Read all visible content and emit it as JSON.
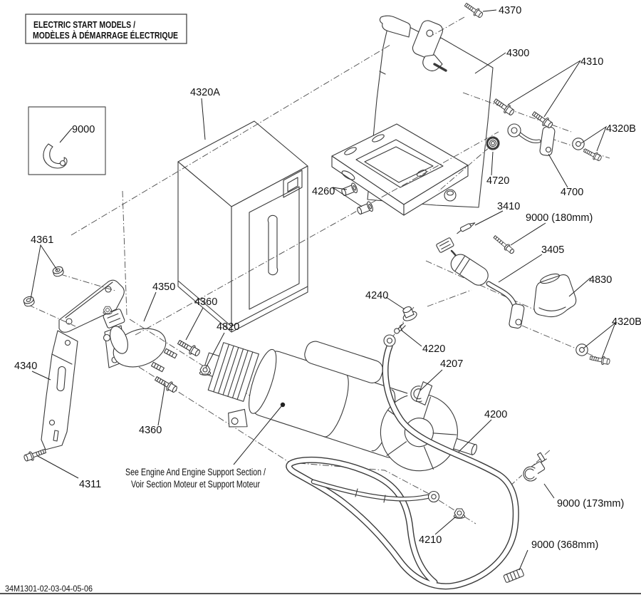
{
  "title_box": {
    "line1": "ELECTRIC START MODELS /",
    "line2": "MODÈLES À DÉMARRAGE ÉLECTRIQUE"
  },
  "note": {
    "line1": "See Engine And Engine Support Section /",
    "line2": "Voir Section Moteur et Support Moteur"
  },
  "drawing_code": "34M1301-02-03-04-05-06",
  "colors": {
    "ink": "#3a3a3a",
    "paper": "#ffffff"
  },
  "labels": [
    {
      "text": "4370"
    },
    {
      "text": "4300"
    },
    {
      "text": "4310"
    },
    {
      "text": "4320B"
    },
    {
      "text": "9000"
    },
    {
      "text": "4320A"
    },
    {
      "text": "4260"
    },
    {
      "text": "4720"
    },
    {
      "text": "4700"
    },
    {
      "text": "3410"
    },
    {
      "text": "9000 (180mm)"
    },
    {
      "text": "3405"
    },
    {
      "text": "4830"
    },
    {
      "text": "4320B"
    },
    {
      "text": "4361"
    },
    {
      "text": "4350"
    },
    {
      "text": "4360"
    },
    {
      "text": "4820"
    },
    {
      "text": "4240"
    },
    {
      "text": "4220"
    },
    {
      "text": "4207"
    },
    {
      "text": "4340"
    },
    {
      "text": "4200"
    },
    {
      "text": "4360"
    },
    {
      "text": "4311"
    },
    {
      "text": "9000 (173mm)"
    },
    {
      "text": "4210"
    },
    {
      "text": "9000 (368mm)"
    }
  ]
}
